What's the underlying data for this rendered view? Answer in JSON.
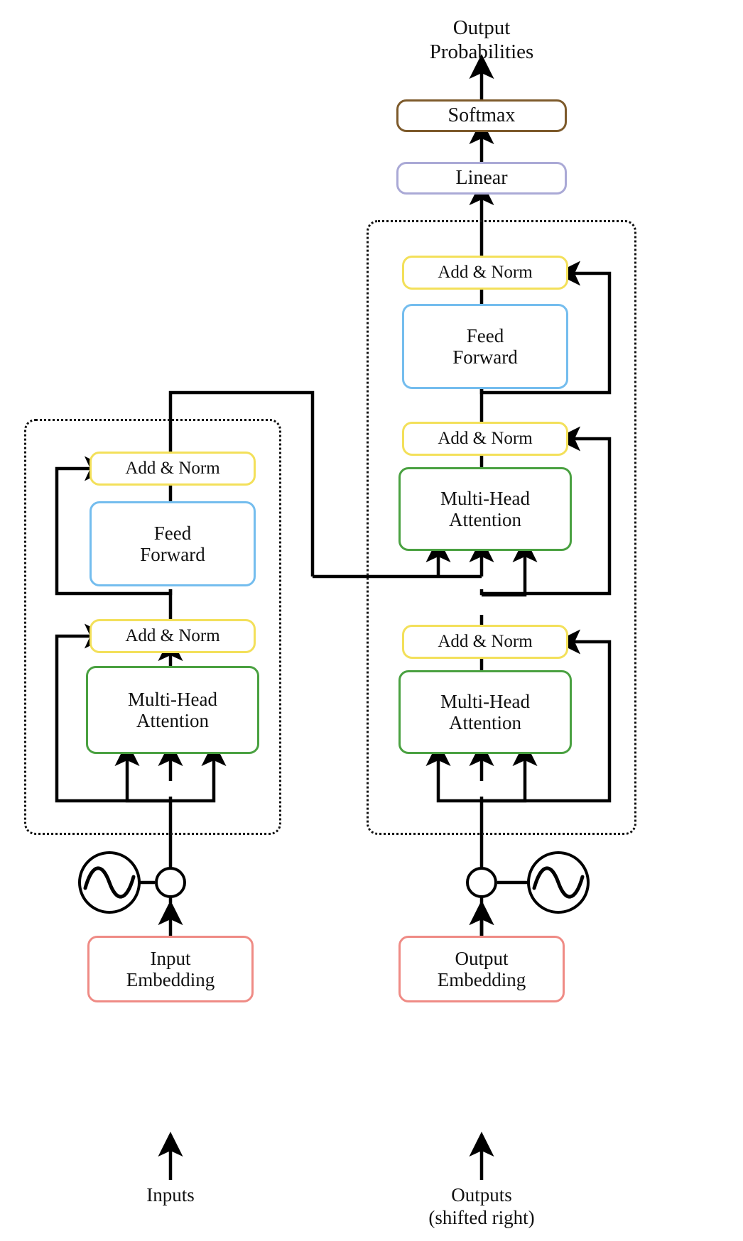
{
  "diagram": {
    "title": "Transformer model architecture",
    "type": "block-diagram"
  },
  "top": {
    "output_probabilities_line1": "Output",
    "output_probabilities_line2": "Probabilities"
  },
  "head": {
    "softmax": "Softmax",
    "linear": "Linear"
  },
  "decoder": {
    "add_norm_top": "Add & Norm",
    "feed_forward_line1": "Feed",
    "feed_forward_line2": "Forward",
    "add_norm_mid": "Add & Norm",
    "cross_attention_line1": "Multi-Head",
    "cross_attention_line2": "Attention",
    "add_norm_bottom": "Add & Norm",
    "self_attention_line1": "Multi-Head",
    "self_attention_line2": "Attention",
    "output_embedding_line1": "Output",
    "output_embedding_line2": "Embedding",
    "outputs_line1": "Outputs",
    "outputs_line2": "(shifted right)"
  },
  "encoder": {
    "add_norm_top": "Add & Norm",
    "feed_forward_line1": "Feed",
    "feed_forward_line2": "Forward",
    "add_norm_bottom": "Add & Norm",
    "self_attention_line1": "Multi-Head",
    "self_attention_line2": "Attention",
    "input_embedding_line1": "Input",
    "input_embedding_line2": "Embedding",
    "inputs": "Inputs"
  },
  "colors": {
    "softmax_border": "#7d5a2b",
    "linear_border": "#aaa9d6",
    "add_norm_border": "#f3e05a",
    "feed_forward_border": "#74bdee",
    "attention_border": "#4aa141",
    "embedding_border": "#ef8b85",
    "wire": "#000000",
    "stack_border": "#111111",
    "background": "#ffffff"
  },
  "icons": {
    "positional_encoding": "sine-wave-circle-icon",
    "sum_node": "plus-circle-node-icon"
  }
}
